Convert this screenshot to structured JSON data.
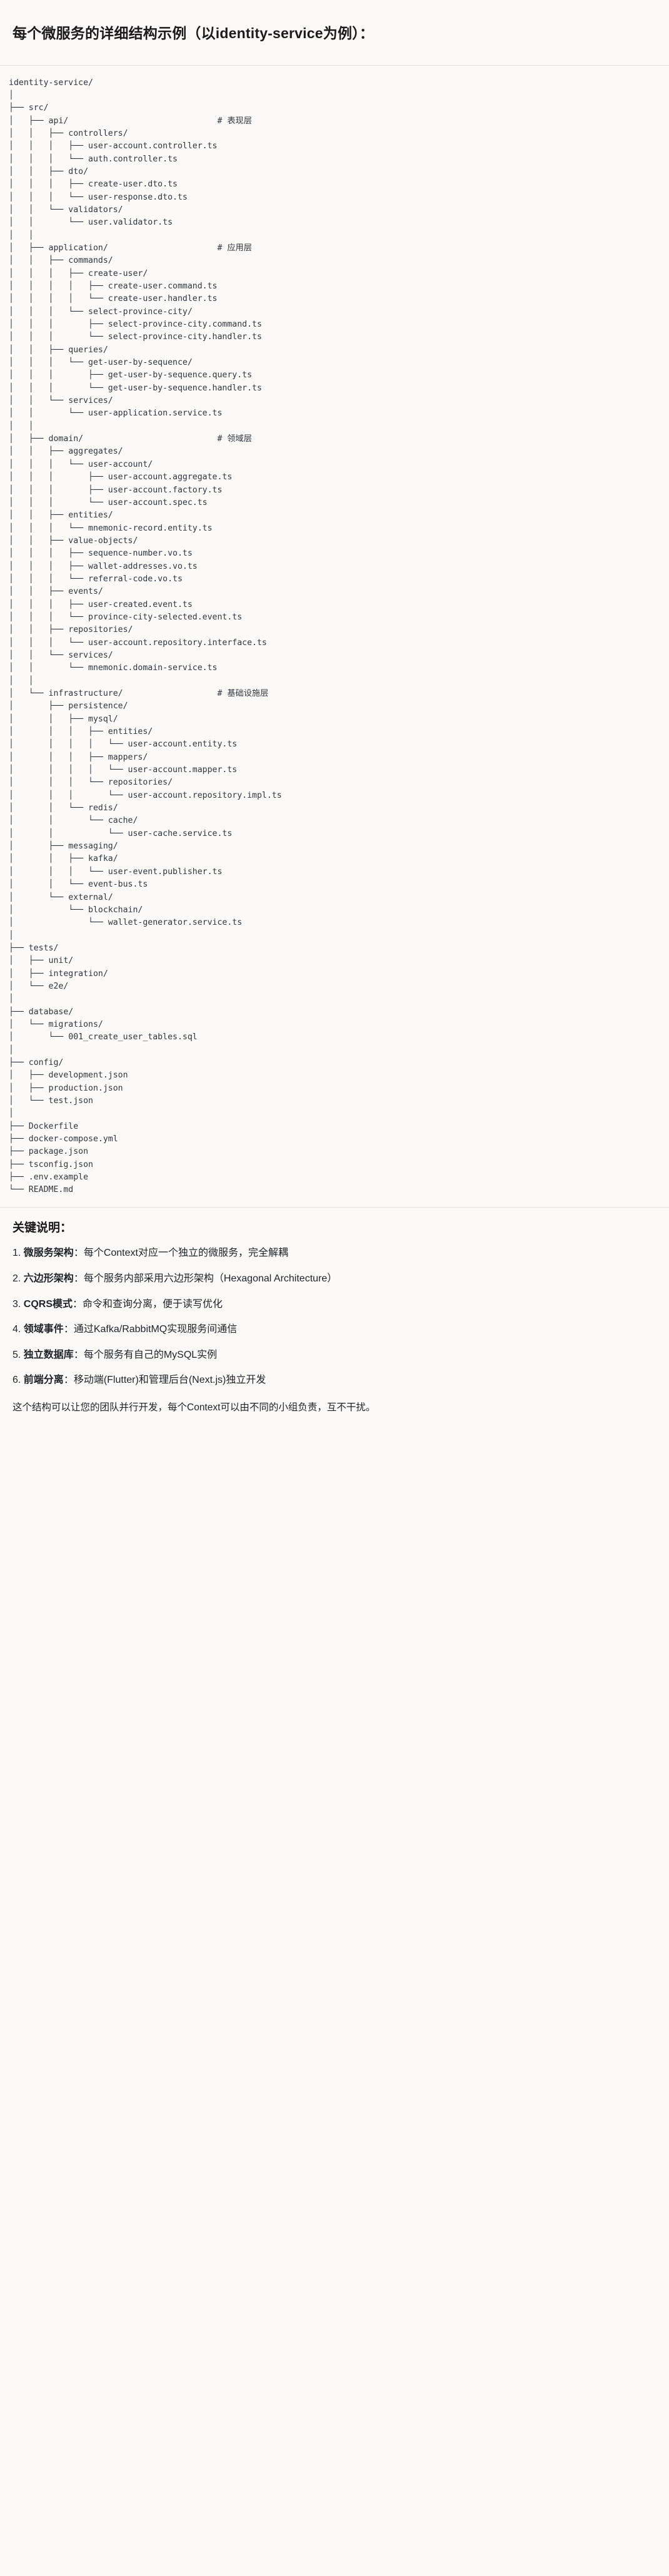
{
  "heading": "每个微服务的详细结构示例（以identity-service为例）：",
  "tree": {
    "root": "identity-service/",
    "lines": [
      "identity-service/",
      "│",
      "├── src/",
      "│   ├── api/                              # 表现层",
      "│   │   ├── controllers/",
      "│   │   │   ├── user-account.controller.ts",
      "│   │   │   └── auth.controller.ts",
      "│   │   ├── dto/",
      "│   │   │   ├── create-user.dto.ts",
      "│   │   │   └── user-response.dto.ts",
      "│   │   └── validators/",
      "│   │       └── user.validator.ts",
      "│   │",
      "│   ├── application/                      # 应用层",
      "│   │   ├── commands/",
      "│   │   │   ├── create-user/",
      "│   │   │   │   ├── create-user.command.ts",
      "│   │   │   │   └── create-user.handler.ts",
      "│   │   │   └── select-province-city/",
      "│   │   │       ├── select-province-city.command.ts",
      "│   │   │       └── select-province-city.handler.ts",
      "│   │   ├── queries/",
      "│   │   │   └── get-user-by-sequence/",
      "│   │   │       ├── get-user-by-sequence.query.ts",
      "│   │   │       └── get-user-by-sequence.handler.ts",
      "│   │   └── services/",
      "│   │       └── user-application.service.ts",
      "│   │",
      "│   ├── domain/                           # 领域层",
      "│   │   ├── aggregates/",
      "│   │   │   └── user-account/",
      "│   │   │       ├── user-account.aggregate.ts",
      "│   │   │       ├── user-account.factory.ts",
      "│   │   │       └── user-account.spec.ts",
      "│   │   ├── entities/",
      "│   │   │   └── mnemonic-record.entity.ts",
      "│   │   ├── value-objects/",
      "│   │   │   ├── sequence-number.vo.ts",
      "│   │   │   ├── wallet-addresses.vo.ts",
      "│   │   │   └── referral-code.vo.ts",
      "│   │   ├── events/",
      "│   │   │   ├── user-created.event.ts",
      "│   │   │   └── province-city-selected.event.ts",
      "│   │   ├── repositories/",
      "│   │   │   └── user-account.repository.interface.ts",
      "│   │   └── services/",
      "│   │       └── mnemonic.domain-service.ts",
      "│   │",
      "│   └── infrastructure/                   # 基础设施层",
      "│       ├── persistence/",
      "│       │   ├── mysql/",
      "│       │   │   ├── entities/",
      "│       │   │   │   └── user-account.entity.ts",
      "│       │   │   ├── mappers/",
      "│       │   │   │   └── user-account.mapper.ts",
      "│       │   │   └── repositories/",
      "│       │   │       └── user-account.repository.impl.ts",
      "│       │   └── redis/",
      "│       │       └── cache/",
      "│       │           └── user-cache.service.ts",
      "│       ├── messaging/",
      "│       │   ├── kafka/",
      "│       │   │   └── user-event.publisher.ts",
      "│       │   └── event-bus.ts",
      "│       └── external/",
      "│           └── blockchain/",
      "│               └── wallet-generator.service.ts",
      "│",
      "├── tests/",
      "│   ├── unit/",
      "│   ├── integration/",
      "│   └── e2e/",
      "│",
      "├── database/",
      "│   └── migrations/",
      "│       └── 001_create_user_tables.sql",
      "│",
      "├── config/",
      "│   ├── development.json",
      "│   ├── production.json",
      "│   └── test.json",
      "│",
      "├── Dockerfile",
      "├── docker-compose.yml",
      "├── package.json",
      "├── tsconfig.json",
      "├── .env.example",
      "└── README.md"
    ],
    "layer_comments": [
      {
        "path": "api/",
        "comment": "# 表现层"
      },
      {
        "path": "application/",
        "comment": "# 应用层"
      },
      {
        "path": "domain/",
        "comment": "# 领域层"
      },
      {
        "path": "infrastructure/",
        "comment": "# 基础设施层"
      }
    ]
  },
  "notes": {
    "title": "关键说明：",
    "items": [
      {
        "num": "1.",
        "term": "微服务架构",
        "sep": "：",
        "desc": "每个Context对应一个独立的微服务，完全解耦"
      },
      {
        "num": "2.",
        "term": "六边形架构",
        "sep": "：",
        "desc": "每个服务内部采用六边形架构（Hexagonal Architecture）"
      },
      {
        "num": "3.",
        "term": "CQRS模式",
        "sep": "：",
        "desc": "命令和查询分离，便于读写优化"
      },
      {
        "num": "4.",
        "term": "领域事件",
        "sep": "：",
        "desc": "通过Kafka/RabbitMQ实现服务间通信"
      },
      {
        "num": "5.",
        "term": "独立数据库",
        "sep": "：",
        "desc": "每个服务有自己的MySQL实例"
      },
      {
        "num": "6.",
        "term": "前端分离",
        "sep": "：",
        "desc": "移动端(Flutter)和管理后台(Next.js)独立开发"
      }
    ],
    "closing": "这个结构可以让您的团队并行开发，每个Context可以由不同的小组负责，互不干扰。"
  },
  "colors": {
    "page_background": "#faf9f7",
    "code_background": "#fbfaf8",
    "text": "#1f2328",
    "code_text": "#30363d",
    "rule": "#e6e3de"
  }
}
